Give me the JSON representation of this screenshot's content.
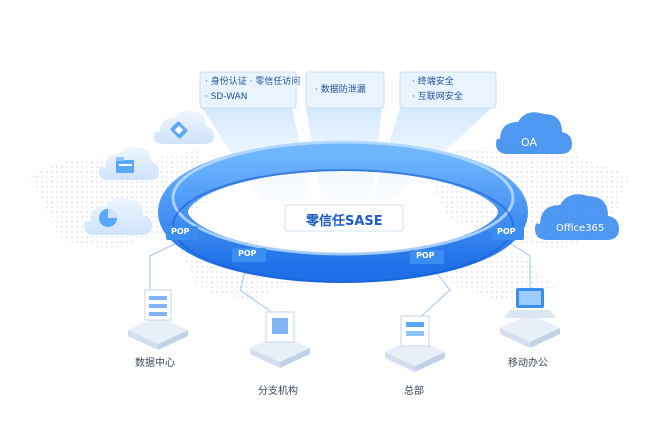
{
  "title": "零信任SASE",
  "features": [
    [
      "· 身份认证 · 零信任访问",
      "· SD-WAN"
    ],
    [
      "· 数据防泄漏"
    ],
    [
      "· 终端安全",
      "· 互联网安全"
    ]
  ],
  "pop_label": "POP",
  "clouds": [
    "OA",
    "Office365"
  ],
  "sites": [
    "数据中心",
    "分支机构",
    "总部",
    "移动办公"
  ],
  "colors": {
    "ring": "#2f8cf5",
    "ring_dark": "#1b63d8",
    "accent": "#5aa8ff",
    "line": "#9cc4f5"
  }
}
